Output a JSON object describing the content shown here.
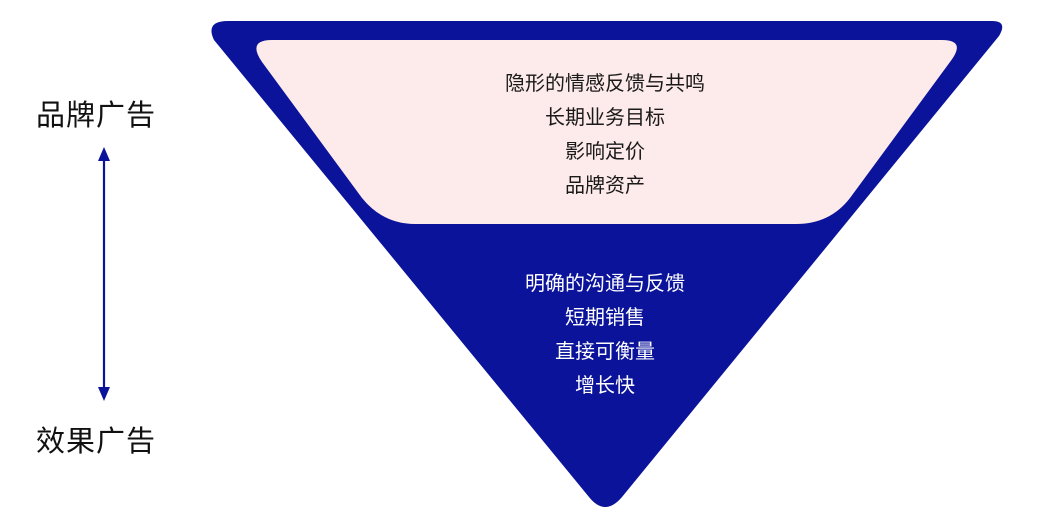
{
  "labels": {
    "top": "品牌广告",
    "bottom": "效果广告"
  },
  "upper_section": {
    "lines": [
      "隐形的情感反馈与共鸣",
      "长期业务目标",
      "影响定价",
      "品牌资产"
    ]
  },
  "lower_section": {
    "lines": [
      "明确的沟通与反馈",
      "短期销售",
      "直接可衡量",
      "增长快"
    ]
  },
  "colors": {
    "funnel": "#0a139a",
    "upper_fill": "#fdeaea",
    "arrow": "#0a139a"
  }
}
